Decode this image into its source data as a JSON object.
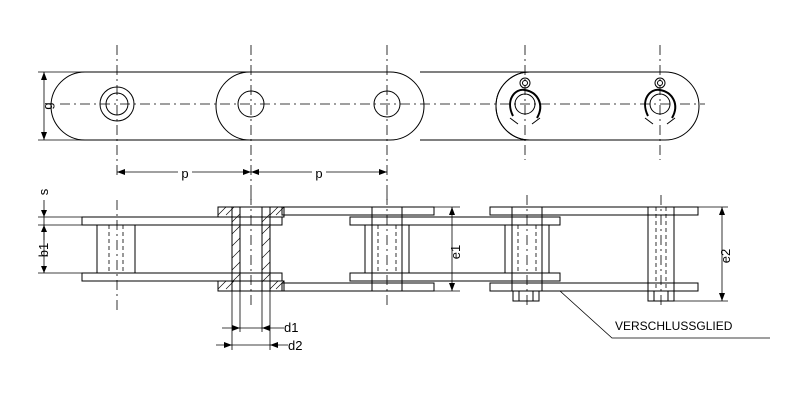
{
  "labels": {
    "g": "g",
    "p1": "p",
    "p2": "p",
    "s": "s",
    "b1": "b1",
    "e1": "e1",
    "e2": "e2",
    "d1": "d1",
    "d2": "d2",
    "link": "VERSCHLUSSGLIED"
  }
}
